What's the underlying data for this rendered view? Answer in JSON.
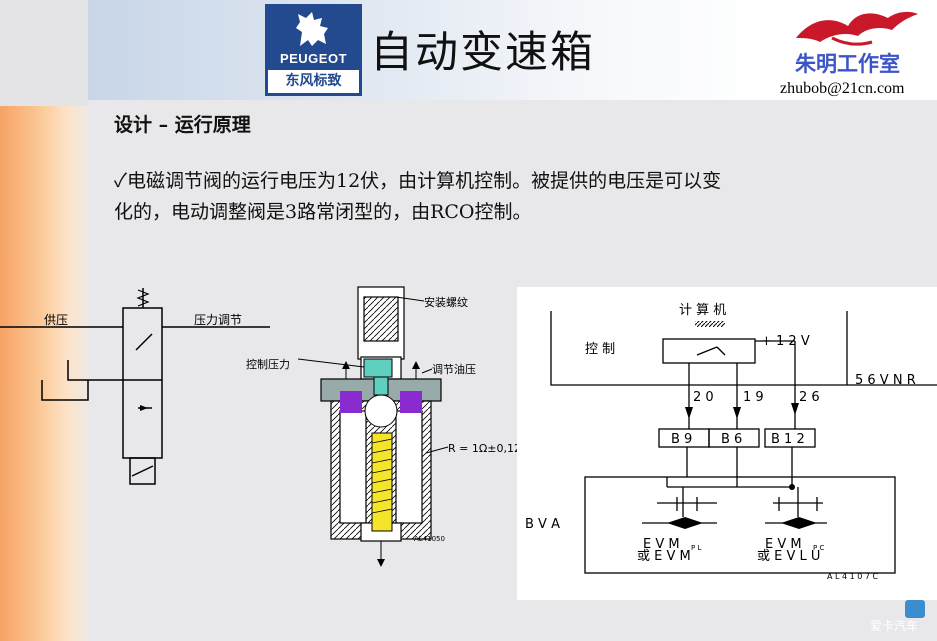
{
  "header": {
    "title": "自动变速箱",
    "logo_brand": "PEUGEOT",
    "logo_sub": "东风标致",
    "studio_name": "朱明工作室",
    "email": "zhubob@21cn.com"
  },
  "section_title": "设计 – 运行原理",
  "paragraph": {
    "line1": "✓电磁调节阀的运行电压为12伏，由计算机控制。被提供的电压是可以变",
    "line2": "化的，电动调整阀是3路常闭型的，由RCO控制。"
  },
  "hydraulic_schematic": {
    "supply_label": "供压",
    "pressure_reg_label": "压力调节"
  },
  "valve_cutaway": {
    "mount_label": "安装螺纹",
    "control_pressure_label": "控制压力",
    "reg_oil_label": "调节油压",
    "resistance_label": "R = 1Ω±0,12",
    "ref_code": "AL41050"
  },
  "circuit": {
    "computer_label": "计 算 机",
    "control_label": "控 制",
    "voltage_label": "+ 1 2  V",
    "pin1": "2 0",
    "pin2": "1 9",
    "pin3": "2 6",
    "nr_label": "5 6 V  N R",
    "b9": "B 9",
    "b6": "B 6",
    "b12": "B 1 2",
    "bva_label": "B V A",
    "evm_pl": "E V M",
    "evm_pl_sub": "P L",
    "or_evm": "或  E V M",
    "evm_pc": "E V M",
    "evm_pc_sub": "P C",
    "or_evlu": "或  E V L U",
    "ref_code": "A L 4 1 0 7 C"
  },
  "watermark": "爱卡汽车"
}
